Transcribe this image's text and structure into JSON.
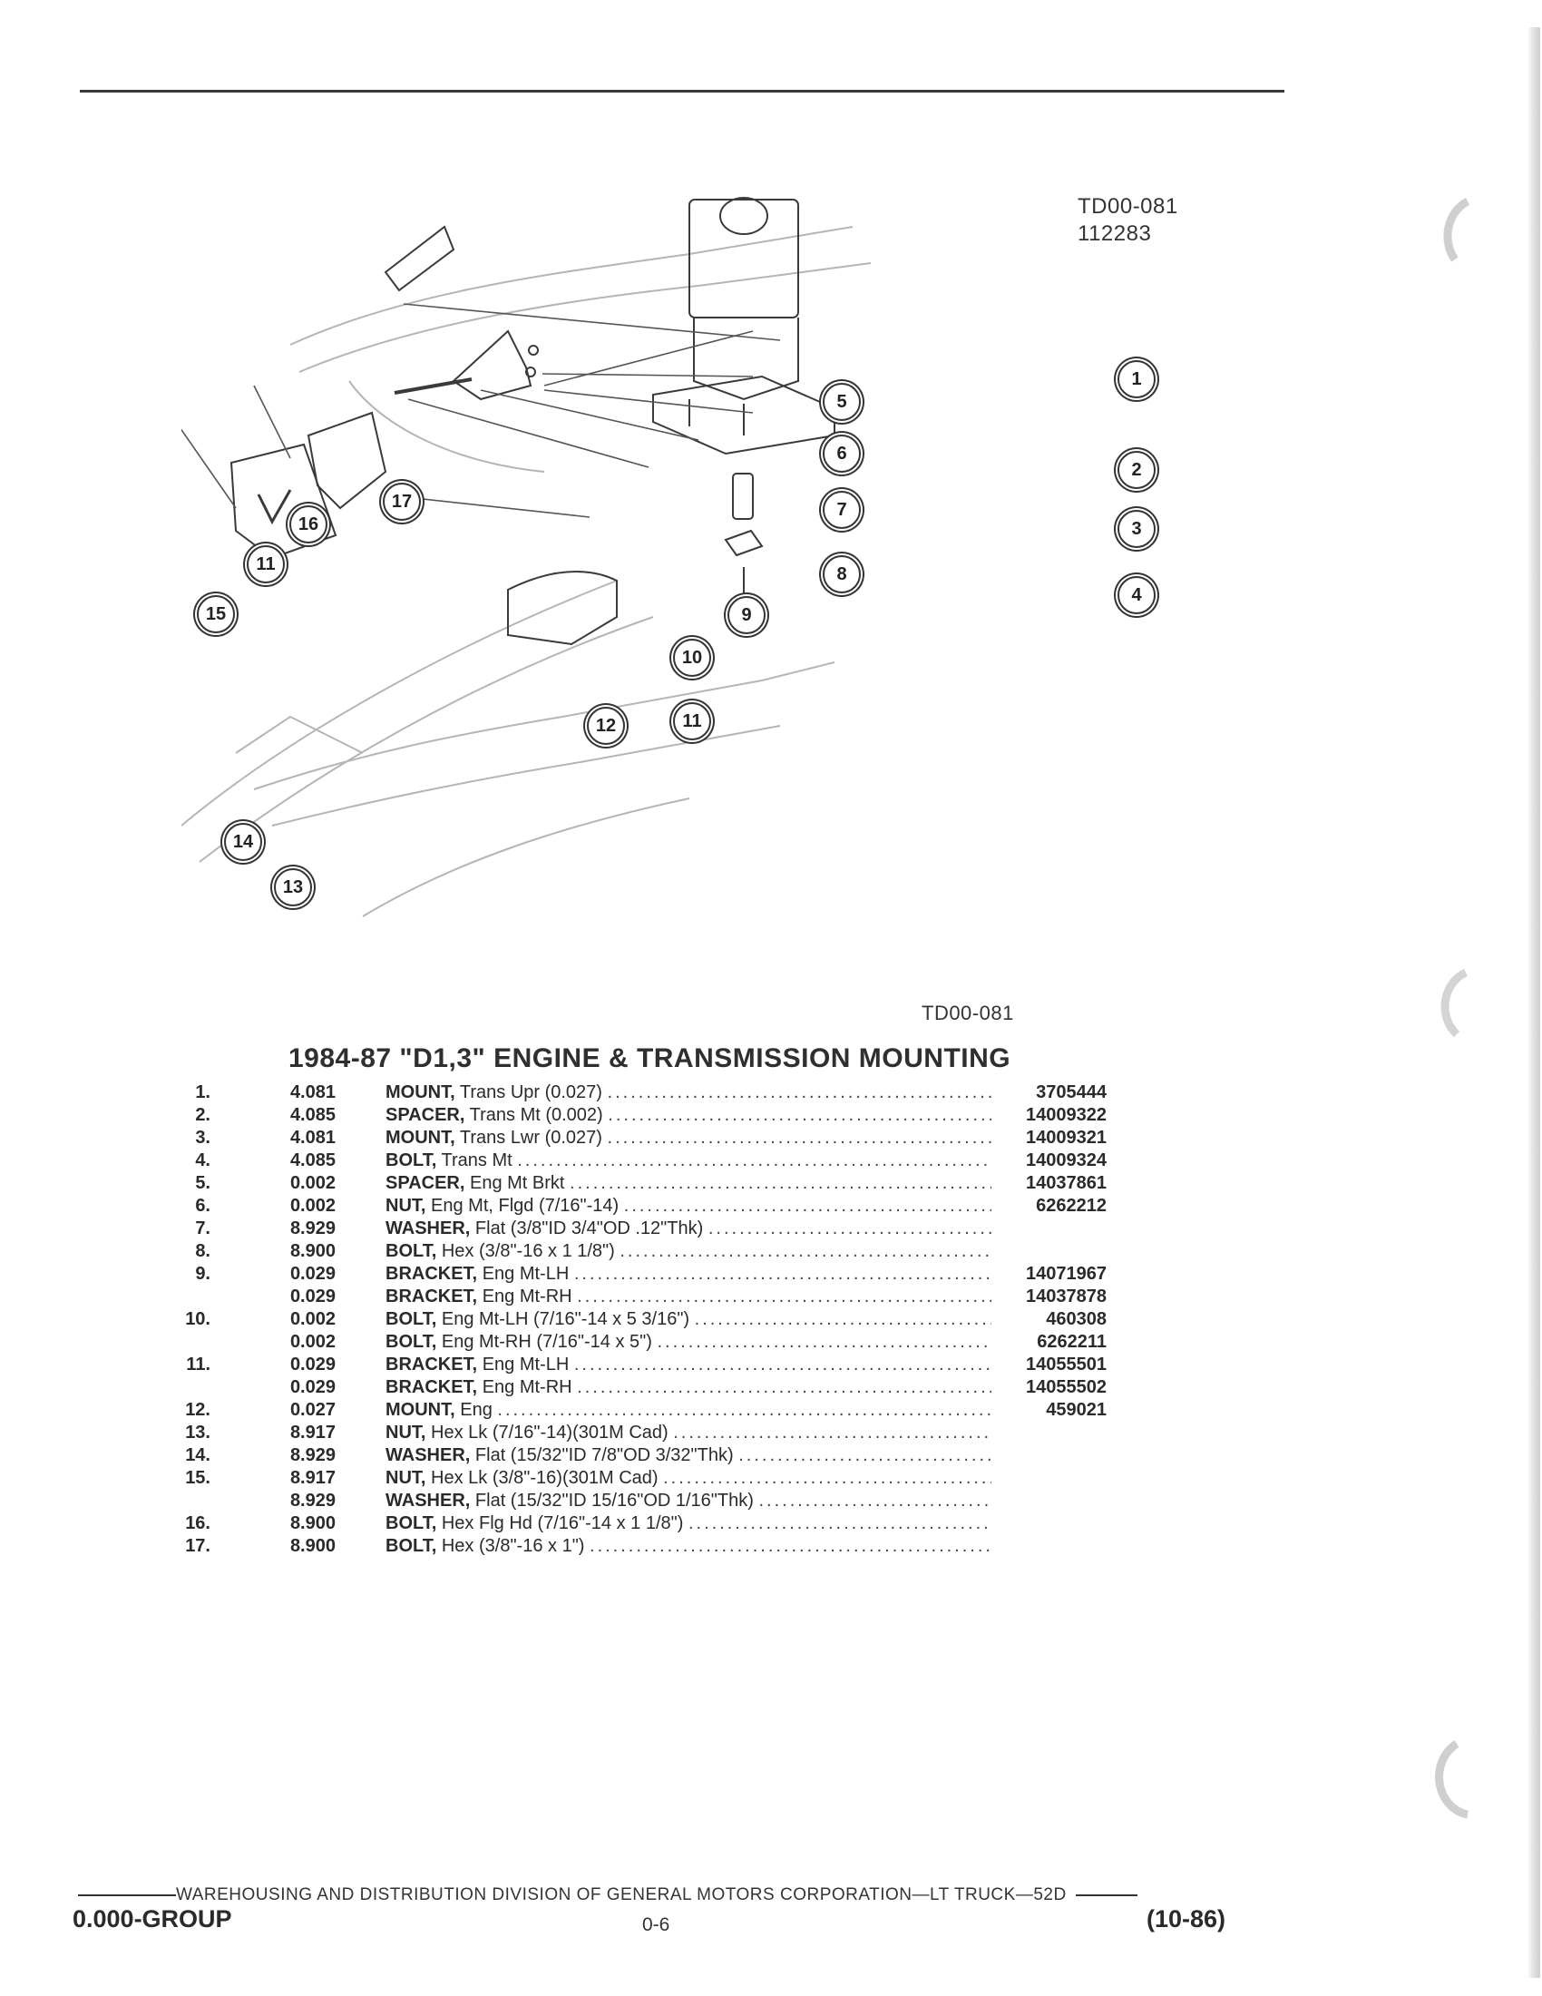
{
  "figure": {
    "code_top": "TD00-081",
    "date_code": "112283",
    "code_bottom": "TD00-081",
    "callouts": [
      "1",
      "2",
      "3",
      "4",
      "5",
      "6",
      "7",
      "8",
      "9",
      "10",
      "11",
      "12",
      "13",
      "14",
      "15",
      "16",
      "17"
    ]
  },
  "section": {
    "title": "1984-87 \"D1,3\" ENGINE & TRANSMISSION MOUNTING"
  },
  "parts": [
    {
      "num": "1.",
      "group": "4.081",
      "name": "MOUNT,",
      "desc": "Trans Upr (0.027)",
      "part": "3705444"
    },
    {
      "num": "2.",
      "group": "4.085",
      "name": "SPACER,",
      "desc": "Trans Mt (0.002)",
      "part": "14009322"
    },
    {
      "num": "3.",
      "group": "4.081",
      "name": "MOUNT,",
      "desc": "Trans Lwr (0.027)",
      "part": "14009321"
    },
    {
      "num": "4.",
      "group": "4.085",
      "name": "BOLT,",
      "desc": "Trans Mt",
      "part": "14009324"
    },
    {
      "num": "5.",
      "group": "0.002",
      "name": "SPACER,",
      "desc": "Eng Mt Brkt",
      "part": "14037861"
    },
    {
      "num": "6.",
      "group": "0.002",
      "name": "NUT,",
      "desc": "Eng Mt, Flgd (7/16\"-14)",
      "part": "6262212"
    },
    {
      "num": "7.",
      "group": "8.929",
      "name": "WASHER,",
      "desc": "Flat (3/8\"ID 3/4\"OD .12\"Thk)",
      "part": ""
    },
    {
      "num": "8.",
      "group": "8.900",
      "name": "BOLT,",
      "desc": "Hex (3/8\"-16 x 1 1/8\")",
      "part": ""
    },
    {
      "num": "9.",
      "group": "0.029",
      "name": "BRACKET,",
      "desc": "Eng Mt-LH",
      "part": "14071967"
    },
    {
      "num": "",
      "group": "0.029",
      "name": "BRACKET,",
      "desc": "Eng Mt-RH",
      "part": "14037878"
    },
    {
      "num": "10.",
      "group": "0.002",
      "name": "BOLT,",
      "desc": "Eng Mt-LH (7/16\"-14 x 5 3/16\")",
      "part": "460308"
    },
    {
      "num": "",
      "group": "0.002",
      "name": "BOLT,",
      "desc": "Eng Mt-RH (7/16\"-14 x 5\")",
      "part": "6262211"
    },
    {
      "num": "11.",
      "group": "0.029",
      "name": "BRACKET,",
      "desc": "Eng Mt-LH",
      "part": "14055501"
    },
    {
      "num": "",
      "group": "0.029",
      "name": "BRACKET,",
      "desc": "Eng Mt-RH",
      "part": "14055502"
    },
    {
      "num": "12.",
      "group": "0.027",
      "name": "MOUNT,",
      "desc": "Eng",
      "part": "459021"
    },
    {
      "num": "13.",
      "group": "8.917",
      "name": "NUT,",
      "desc": "Hex Lk (7/16\"-14)(301M Cad)",
      "part": ""
    },
    {
      "num": "14.",
      "group": "8.929",
      "name": "WASHER,",
      "desc": "Flat (15/32\"ID 7/8\"OD 3/32\"Thk)",
      "part": ""
    },
    {
      "num": "15.",
      "group": "8.917",
      "name": "NUT,",
      "desc": "Hex Lk (3/8\"-16)(301M Cad)",
      "part": ""
    },
    {
      "num": "",
      "group": "8.929",
      "name": "WASHER,",
      "desc": "Flat (15/32\"ID 15/16\"OD 1/16\"Thk)",
      "part": ""
    },
    {
      "num": "16.",
      "group": "8.900",
      "name": "BOLT,",
      "desc": "Hex Flg Hd (7/16\"-14 x 1 1/8\")",
      "part": ""
    },
    {
      "num": "17.",
      "group": "8.900",
      "name": "BOLT,",
      "desc": "Hex (3/8\"-16 x 1\")",
      "part": ""
    }
  ],
  "footer": {
    "division": "WAREHOUSING AND DISTRIBUTION  DIVISION OF GENERAL MOTORS CORPORATION—LT TRUCK—52D",
    "group": "0.000-GROUP",
    "page": "0-6",
    "date": "(10-86)"
  }
}
